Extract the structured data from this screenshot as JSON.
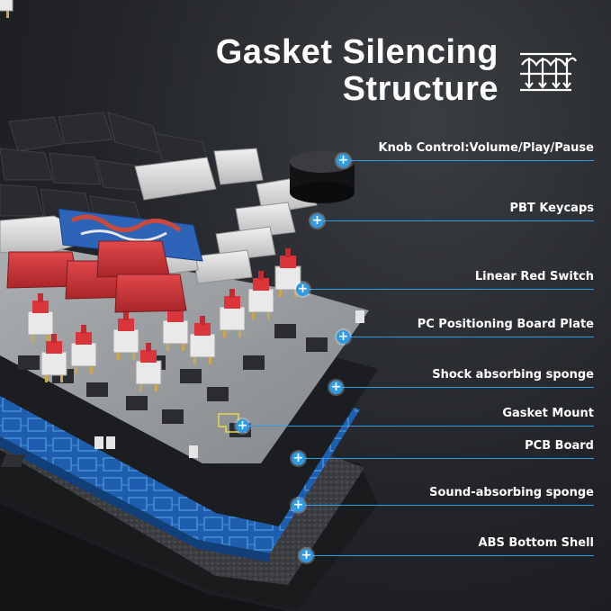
{
  "title": {
    "line1": "Gasket Silencing",
    "line2": "Structure"
  },
  "icons": {
    "title_icon": "gasket-structure-icon",
    "callout_marker": "plus-icon"
  },
  "colors": {
    "accent": "#2d9be6",
    "text": "#ffffff",
    "switch_red": "#d9353a",
    "keycap_gray": "#d9d9d9",
    "keycap_dark": "#2a2b2e",
    "pcb_blue": "#1d5fae"
  },
  "callouts": [
    {
      "id": "knob",
      "label": "Knob Control:Volume/Play/Pause",
      "marker": "+"
    },
    {
      "id": "keycaps",
      "label": "PBT Keycaps",
      "marker": "+"
    },
    {
      "id": "switch",
      "label": "Linear Red Switch",
      "marker": "+"
    },
    {
      "id": "plate",
      "label": "PC Positioning Board Plate",
      "marker": "+"
    },
    {
      "id": "shock-sponge",
      "label": "Shock absorbing sponge",
      "marker": "+"
    },
    {
      "id": "gasket",
      "label": "Gasket Mount",
      "marker": "+"
    },
    {
      "id": "pcb",
      "label": "PCB Board",
      "marker": "+"
    },
    {
      "id": "sound-sponge",
      "label": "Sound-absorbing sponge",
      "marker": "+"
    },
    {
      "id": "shell",
      "label": "ABS Bottom Shell",
      "marker": "+"
    }
  ]
}
